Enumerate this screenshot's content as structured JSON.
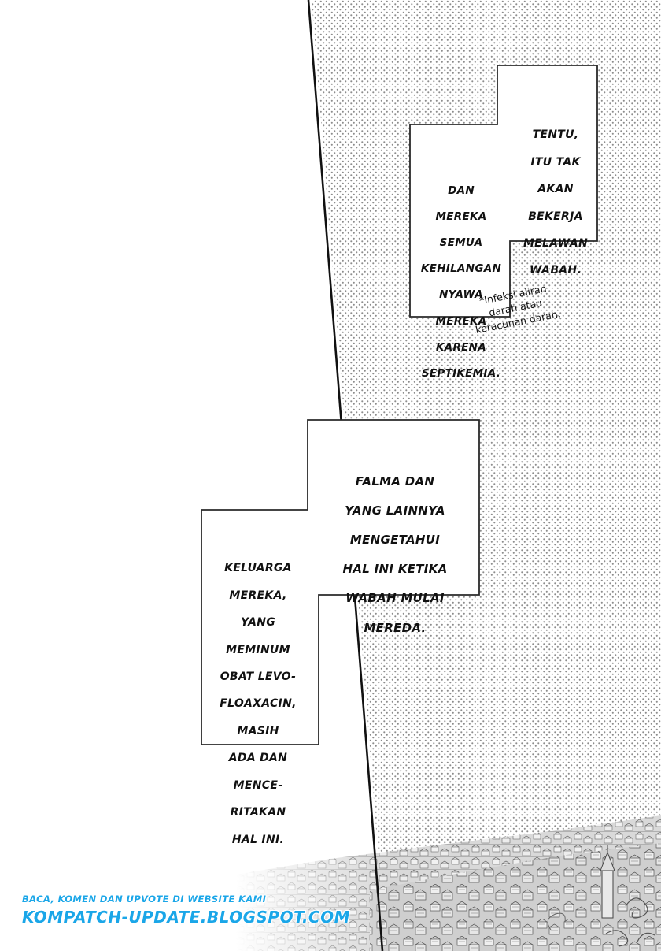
{
  "bubbles": {
    "top_right": [
      "TENTU,",
      "ITU TAK",
      "AKAN",
      "BEKERJA",
      "MELAWAN",
      "WABAH."
    ],
    "top_left": [
      "DAN",
      "MEREKA",
      "SEMUA",
      "KEHILANGAN",
      "NYAWA",
      "MEREKA",
      "KARENA",
      "SEPTIKEMIA."
    ],
    "mid_right": [
      "FALMA DAN",
      "YANG LAINNYA",
      "MENGETAHUI",
      "HAL INI KETIKA",
      "WABAH MULAI",
      "MEREDA."
    ],
    "mid_left": [
      "KELUARGA",
      "MEREKA,",
      "YANG",
      "MEMINUM",
      "OBAT LEVO-",
      "FLOAXACIN,",
      "MASIH",
      "ADA DAN",
      "MENCE-",
      "RITAKAN",
      "HAL INI."
    ]
  },
  "footnote": [
    "*Infeksi aliran",
    "darah atau",
    "keracunan darah."
  ],
  "watermark": {
    "line1": "BACA, KOMEN DAN UPVOTE DI WEBSITE KAMI",
    "line2": "KOMPATCH-UPDATE.BLOGSPOT.COM",
    "color": "#1aa6e8"
  },
  "colors": {
    "ink": "#111111",
    "paper": "#ffffff",
    "tone": "#9a9a9a"
  }
}
